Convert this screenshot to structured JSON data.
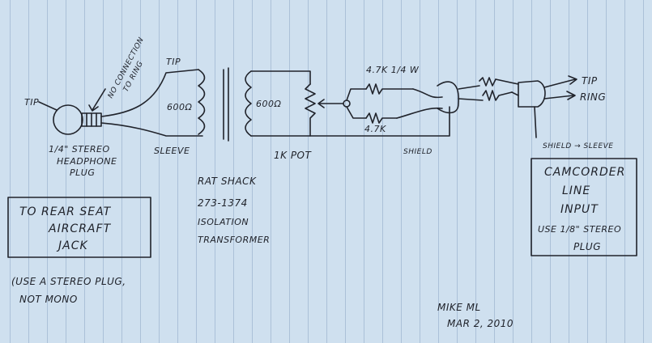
{
  "plug_labels": {
    "tip": "TIP",
    "no_connection_line1": "NO CONNECTION",
    "no_connection_line2": "TO RING",
    "plug_line1": "1/4\" STEREO",
    "plug_line2": "HEADPHONE",
    "plug_line3": "PLUG",
    "sleeve": "SLEEVE"
  },
  "transformer": {
    "tip": "TIP",
    "primary": "600Ω",
    "secondary": "600Ω",
    "source_line1": "RAT SHACK",
    "source_line2": "273-1374",
    "source_line3": "ISOLATION",
    "source_line4": "TRANSFORMER"
  },
  "pot": {
    "label": "1K POT"
  },
  "resistors": {
    "r1": "4.7K 1/4 W",
    "r2": "4.7K"
  },
  "shield": {
    "label": "SHIELD"
  },
  "output": {
    "tip": "TIP",
    "ring": "RING",
    "shield_sleeve": "SHIELD → SLEEVE"
  },
  "left_box": {
    "line1": "TO REAR SEAT",
    "line2": "AIRCRAFT",
    "line3": "JACK"
  },
  "note": {
    "line1": "(USE A STEREO PLUG,",
    "line2": "NOT MONO"
  },
  "right_box": {
    "line1": "CAMCORDER",
    "line2": "LINE",
    "line3": "INPUT",
    "line4": "USE 1/8\" STEREO",
    "line5": "PLUG"
  },
  "signature": {
    "name": "MIKE ML",
    "date": "MAR 2, 2010"
  },
  "colors": {
    "paper": "#cfe0ef",
    "ink": "#20232b",
    "rule": "#6e8bb3"
  }
}
